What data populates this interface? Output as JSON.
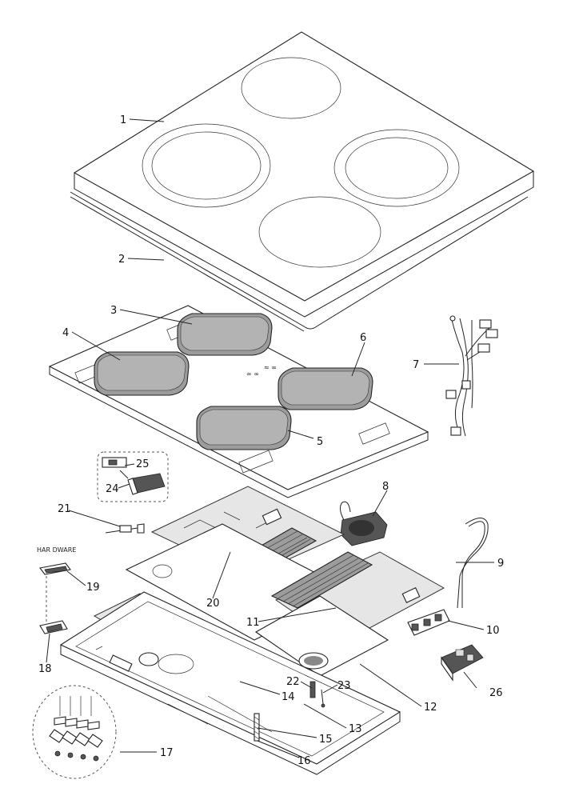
{
  "callouts": {
    "c1": "1",
    "c2": "2",
    "c3": "3",
    "c4": "4",
    "c5": "5",
    "c6": "6",
    "c7": "7",
    "c8": "8",
    "c9": "9",
    "c10": "10",
    "c11": "11",
    "c12": "12",
    "c13": "13",
    "c14": "14",
    "c15": "15",
    "c16": "16",
    "c17": "17",
    "c18": "18",
    "c19": "19",
    "c20": "20",
    "c21": "21",
    "c22": "22",
    "c23": "23",
    "c24": "24",
    "c25": "25",
    "c26": "26"
  },
  "hardware_label": "HAR DWARE"
}
